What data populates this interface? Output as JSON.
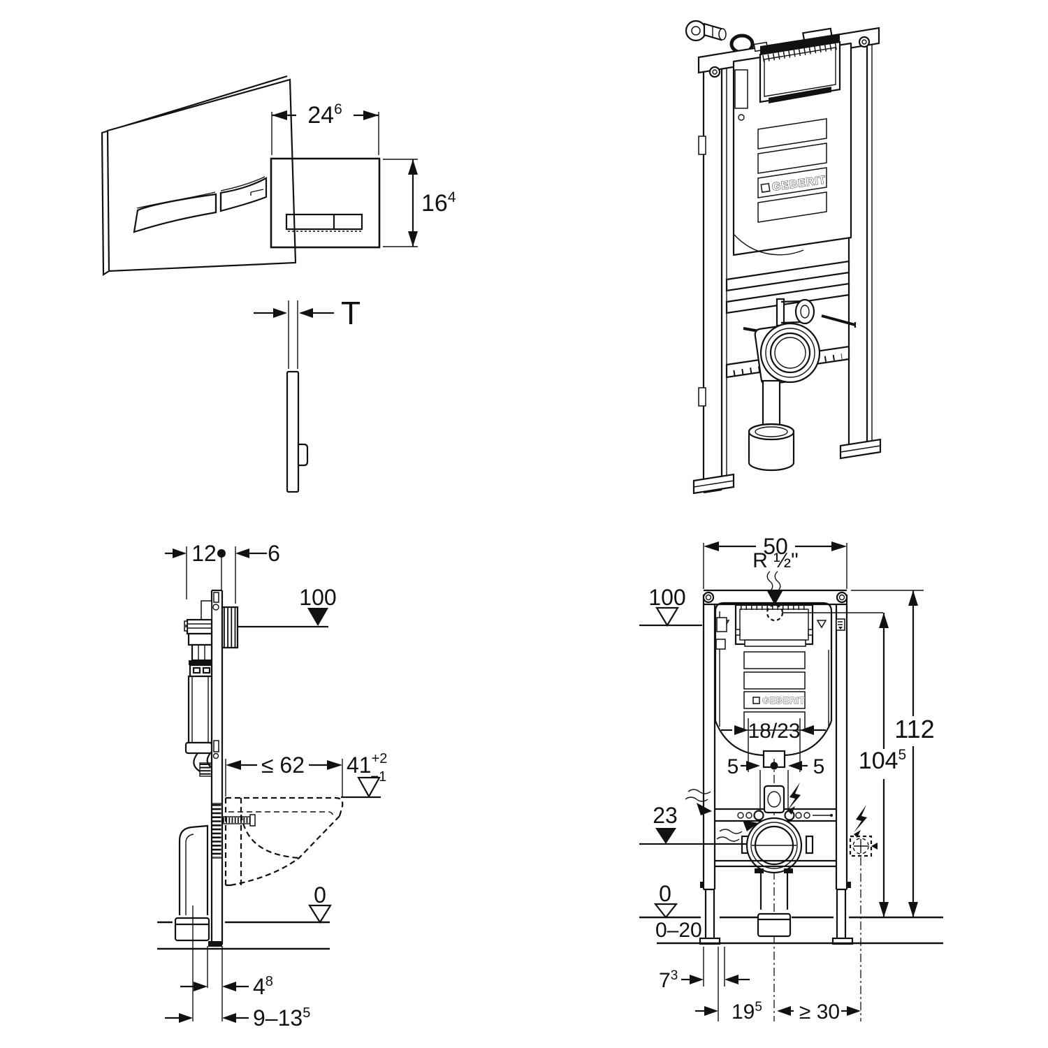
{
  "colors": {
    "line": "#111111",
    "background": "#ffffff"
  },
  "plate_view": {
    "width": "24",
    "width_sup": "6",
    "height": "16",
    "height_sup": "4",
    "thickness_label": "T"
  },
  "iso_view": {
    "logo": "GEBERIT"
  },
  "side_view": {
    "offset_front": "12",
    "offset_plate": "6",
    "level_top": "100",
    "max_depth": "≤ 62",
    "rim_height": "41",
    "rim_tol_plus": "+2",
    "rim_tol_minus": "−1",
    "level_floor": "0",
    "wall_gap": "4",
    "wall_gap_sup": "8",
    "range_depth": "9–13",
    "range_depth_sup": "5"
  },
  "front_view": {
    "width": "50",
    "supply": "R ½\"",
    "level_top": "100",
    "height_total": "112",
    "height_inner": "104",
    "height_inner_sup": "5",
    "flush_offsets": "18/23",
    "bolt_left": "5",
    "bolt_right": "5",
    "level_outlet": "23",
    "level_floor": "0",
    "floor_range": "0–20",
    "foot_offset": "7",
    "foot_offset_sup": "3",
    "outlet_offset": "19",
    "outlet_offset_sup": "5",
    "socket_offset": "≥ 30",
    "logo": "GEBERIT"
  }
}
